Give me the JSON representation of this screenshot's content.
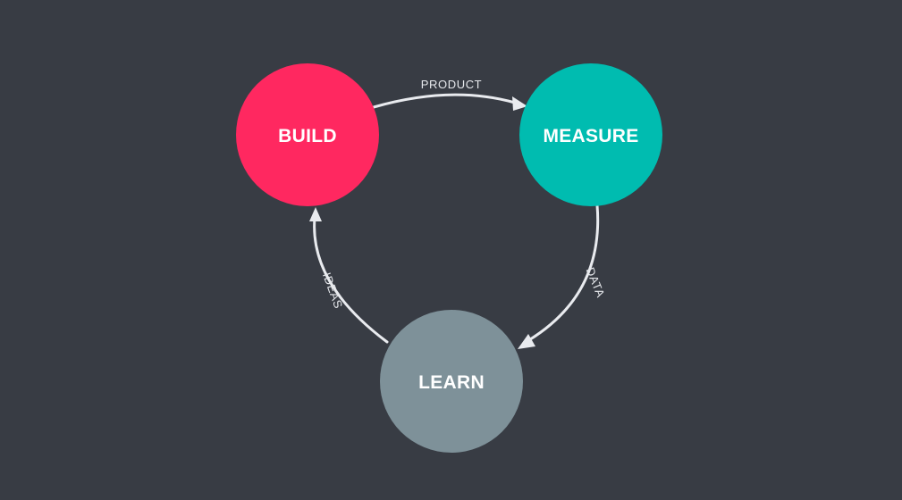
{
  "diagram": {
    "nodes": {
      "build": {
        "label": "BUILD",
        "color": "#ff2860"
      },
      "measure": {
        "label": "MEASURE",
        "color": "#00bcb0"
      },
      "learn": {
        "label": "LEARN",
        "color": "#7e9199"
      }
    },
    "edges": {
      "product": {
        "label": "PRODUCT"
      },
      "data": {
        "label": "DATA"
      },
      "ideas": {
        "label": "IDEAS"
      }
    },
    "colors": {
      "background": "#383c44",
      "arrow": "#e9ebef"
    }
  }
}
